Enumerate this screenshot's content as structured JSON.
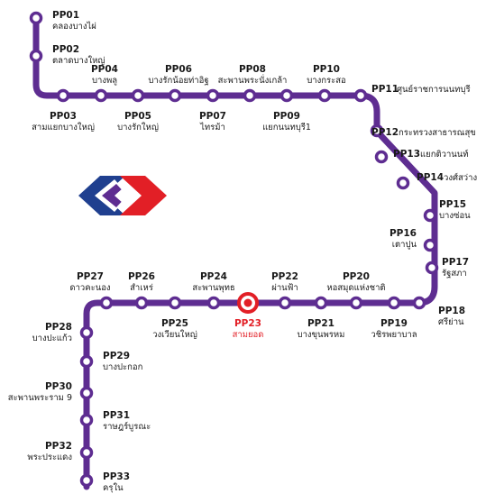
{
  "line_color": "#5e2d91",
  "highlight_color": "#e21f26",
  "stations": [
    {
      "code": "PP01",
      "name": "คลองบางไผ่"
    },
    {
      "code": "PP02",
      "name": "ตลาดบางใหญ่"
    },
    {
      "code": "PP03",
      "name": "สามแยกบางใหญ่"
    },
    {
      "code": "PP04",
      "name": "บางพลู"
    },
    {
      "code": "PP05",
      "name": "บางรักใหญ่"
    },
    {
      "code": "PP06",
      "name": "บางรักน้อยท่าอิฐ"
    },
    {
      "code": "PP07",
      "name": "ไทรม้า"
    },
    {
      "code": "PP08",
      "name": "สะพานพระนั่งเกล้า"
    },
    {
      "code": "PP09",
      "name": "แยกนนทบุรี1"
    },
    {
      "code": "PP10",
      "name": "บางกระสอ"
    },
    {
      "code": "PP11",
      "name": "ศูนย์ราชการนนทบุรี"
    },
    {
      "code": "PP12",
      "name": "กระทรวงสาธารณสุข"
    },
    {
      "code": "PP13",
      "name": "แยกติวานนท์"
    },
    {
      "code": "PP14",
      "name": "วงศ์สว่าง"
    },
    {
      "code": "PP15",
      "name": "บางซ่อน"
    },
    {
      "code": "PP16",
      "name": "เตาปูน"
    },
    {
      "code": "PP17",
      "name": "รัฐสภา"
    },
    {
      "code": "PP18",
      "name": "ศรีย่าน"
    },
    {
      "code": "PP19",
      "name": "วชิรพยาบาล"
    },
    {
      "code": "PP20",
      "name": "หอสมุดแห่งชาติ"
    },
    {
      "code": "PP21",
      "name": "บางขุนพรหม"
    },
    {
      "code": "PP22",
      "name": "ผ่านฟ้า"
    },
    {
      "code": "PP23",
      "name": "สามยอด",
      "highlight": true
    },
    {
      "code": "PP24",
      "name": "สะพานพุทธ"
    },
    {
      "code": "PP25",
      "name": "วงเวียนใหญ่"
    },
    {
      "code": "PP26",
      "name": "สำเหร่"
    },
    {
      "code": "PP27",
      "name": "ดาวคะนอง"
    },
    {
      "code": "PP28",
      "name": "บางปะแก้ว"
    },
    {
      "code": "PP29",
      "name": "บางปะกอก"
    },
    {
      "code": "PP30",
      "name": "สะพานพระราม 9"
    },
    {
      "code": "PP31",
      "name": "ราษฎร์บูรณะ"
    },
    {
      "code": "PP32",
      "name": "พระประแดง"
    },
    {
      "code": "PP33",
      "name": "ครุใน"
    }
  ]
}
